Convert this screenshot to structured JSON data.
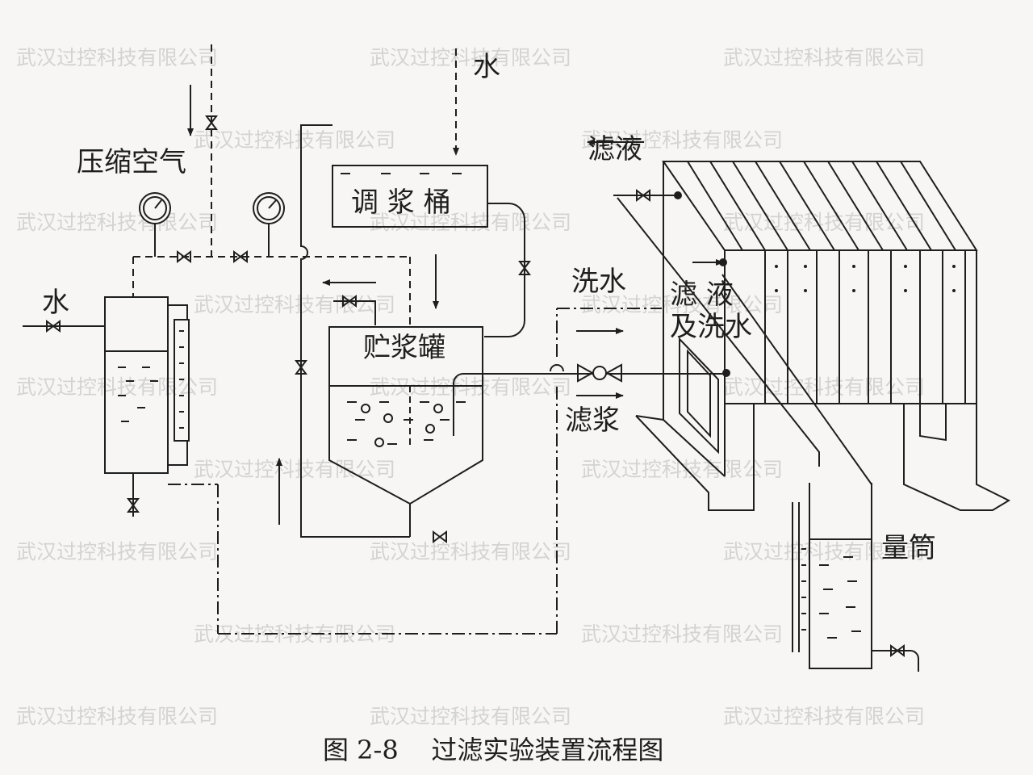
{
  "watermark": "武汉过控科技有限公司",
  "labels": {
    "compressed_air": "压缩空气",
    "water_top": "水",
    "water_left": "水",
    "mixing_tank": "调 浆 桶",
    "storage_tank": "贮浆罐",
    "filtrate_out": "滤液",
    "wash_water": "洗水",
    "filtrate_and_wash_1": "滤  液",
    "filtrate_and_wash_2": "及洗水",
    "slurry": "滤浆",
    "measuring_cylinder": "量筒"
  },
  "caption": "图 2-8    过滤实验装置流程图"
}
